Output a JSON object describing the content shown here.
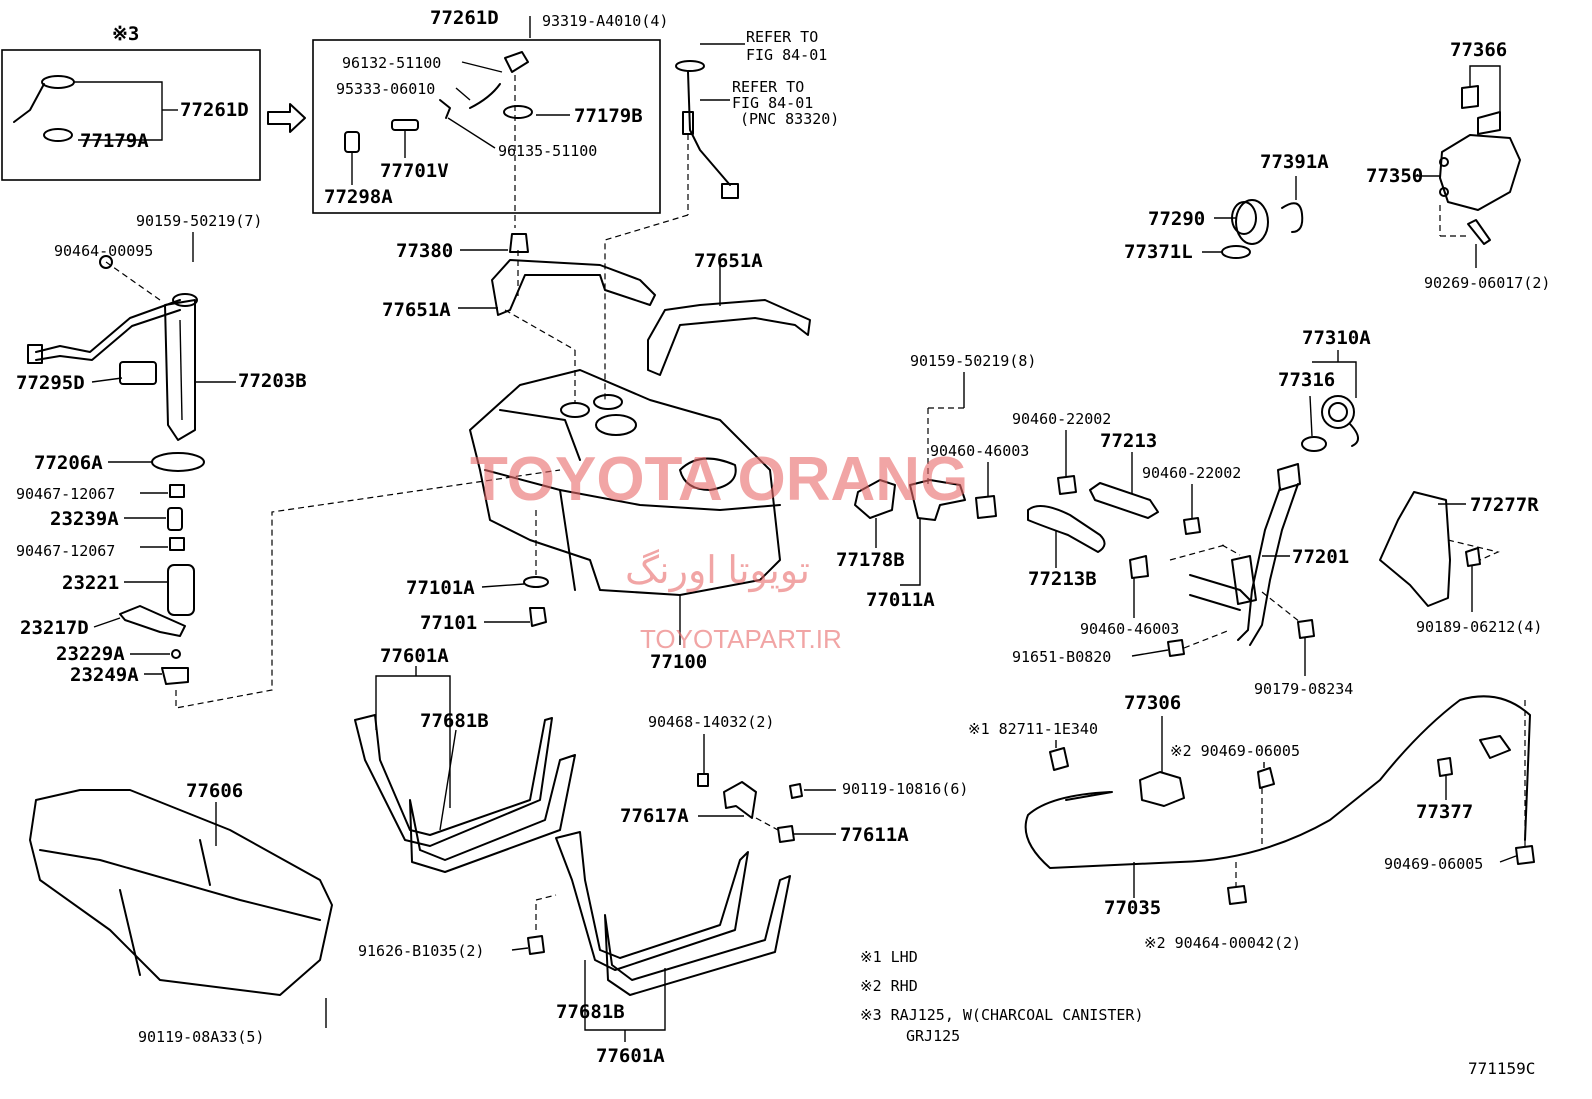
{
  "labels": {
    "p77261D_top": "77261D",
    "p93319": "93319-A4010(4)",
    "refer1": "REFER TO",
    "fig1": "FIG 84-01",
    "refer2": "REFER TO",
    "fig2": "FIG 84-01",
    "pnc": "(PNC 83320)",
    "note3_mark": "※3",
    "p77261D_box": "77261D",
    "p77179A": "77179A",
    "p96132": "96132-51100",
    "p95333": "95333-06010",
    "p77179B": "77179B",
    "p96135": "96135-51100",
    "p77701V": "77701V",
    "p77298A": "77298A",
    "p90159_7": "90159-50219(7)",
    "p90464_00095": "90464-00095",
    "p77295D": "77295D",
    "p77203B": "77203B",
    "p77206A": "77206A",
    "p90467a": "90467-12067",
    "p23239A": "23239A",
    "p90467b": "90467-12067",
    "p23221": "23221",
    "p23217D": "23217D",
    "p23229A": "23229A",
    "p23249A": "23249A",
    "p77380": "77380",
    "p77651A_l": "77651A",
    "p77651A_r": "77651A",
    "p77101A": "77101A",
    "p77101": "77101",
    "p77100": "77100",
    "p90159_8": "90159-50219(8)",
    "p90460_46003a": "90460-46003",
    "p90460_22002a": "90460-22002",
    "p77213": "77213",
    "p90460_22002b": "90460-22002",
    "p77178B": "77178B",
    "p77011A": "77011A",
    "p77213B": "77213B",
    "p77201": "77201",
    "p90460_46003b": "90460-46003",
    "p91651": "91651-B0820",
    "p90179": "90179-08234",
    "p77366": "77366",
    "p77350": "77350",
    "p77391A": "77391A",
    "p77290": "77290",
    "p77371L": "77371L",
    "p90269": "90269-06017(2)",
    "p77310A": "77310A",
    "p77316": "77316",
    "p77277R": "77277R",
    "p90189": "90189-06212(4)",
    "p77601A_top": "77601A",
    "p77681B_top": "77681B",
    "p77606": "77606",
    "p90468": "90468-14032(2)",
    "p77617A": "77617A",
    "p90119_10816": "90119-10816(6)",
    "p77611A": "77611A",
    "p91626": "91626-B1035(2)",
    "p90119_08A33": "90119-08A33(5)",
    "p77681B_bot": "77681B",
    "p77601A_bot": "77601A",
    "p82711": "※1 82711-1E340",
    "p77306": "77306",
    "p90469a": "※2 90469-06005",
    "p77035": "77035",
    "p90464_00042": "※2 90464-00042(2)",
    "p77377": "77377",
    "p90469b": "90469-06005",
    "diagram_code": "771159C"
  },
  "notes": {
    "n1": "※1 LHD",
    "n2": "※2 RHD",
    "n3a": "※3 RAJ125, W(CHARCOAL CANISTER)",
    "n3b": "GRJ125"
  },
  "watermark": {
    "brand": "TOYOTA ORANG",
    "brand_fa": "تویوتا اورنگ",
    "site": "TOYOTAPART.IR",
    "color": "#e86a6a"
  }
}
